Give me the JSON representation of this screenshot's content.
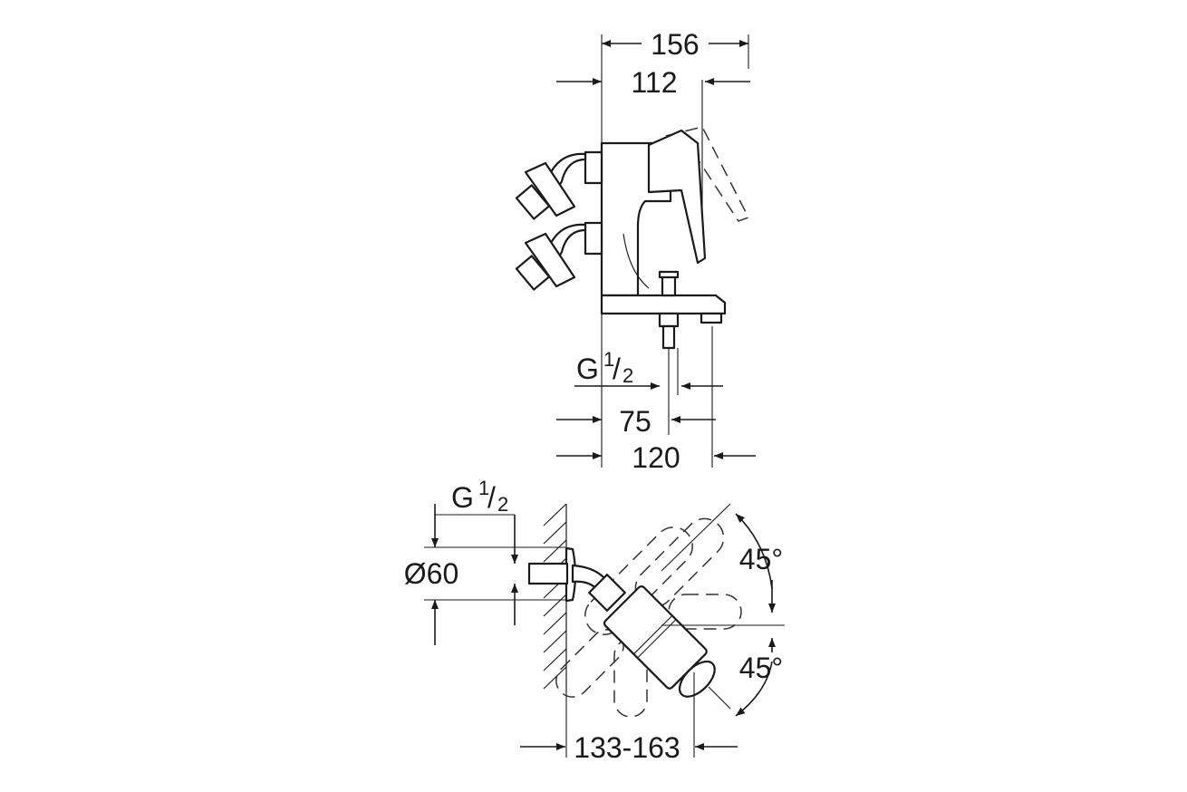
{
  "top_view": {
    "dim_overall_width": "156",
    "dim_lever_offset": "112",
    "thread_letter": "G",
    "thread_num": "1",
    "thread_den": "2",
    "dim_outlet_offset": "75",
    "dim_base_length": "120"
  },
  "bottom_view": {
    "thread_letter": "G",
    "thread_num": "1",
    "thread_den": "2",
    "dim_diameter": "Ø60",
    "angle_upper": "45°",
    "angle_lower": "45°",
    "dim_projection_range": "133-163"
  }
}
